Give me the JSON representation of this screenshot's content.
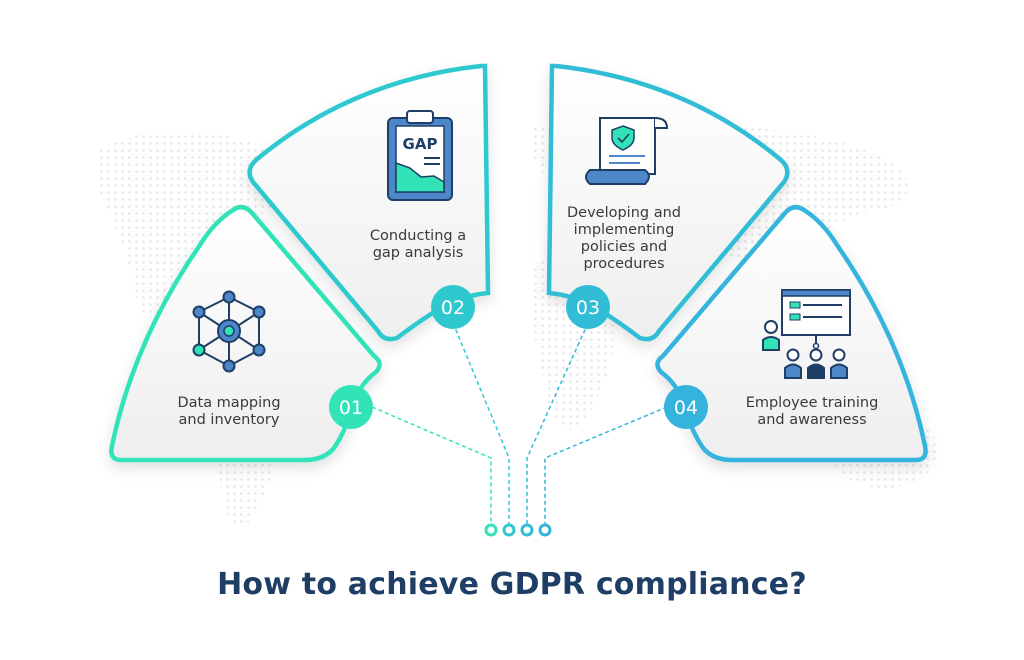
{
  "title": "How to achieve GDPR compliance?",
  "colors": {
    "green": "#33e3b8",
    "teal": "#2ec9cf",
    "blue": "#34b4dd",
    "navy": "#1f3e66",
    "icon_blue": "#4d86c9"
  },
  "steps": [
    {
      "number": "01",
      "lines": [
        "Data mapping",
        "and inventory"
      ],
      "icon": "network-cube-icon"
    },
    {
      "number": "02",
      "lines": [
        "Conducting a",
        "gap analysis"
      ],
      "icon": "gap-clipboard-icon"
    },
    {
      "number": "03",
      "lines": [
        "Developing and",
        "implementing",
        "policies and",
        "procedures"
      ],
      "icon": "policy-document-icon"
    },
    {
      "number": "04",
      "lines": [
        "Employee training",
        "and awareness"
      ],
      "icon": "training-presentation-icon"
    }
  ],
  "icon_text": {
    "gap": "GAP"
  }
}
